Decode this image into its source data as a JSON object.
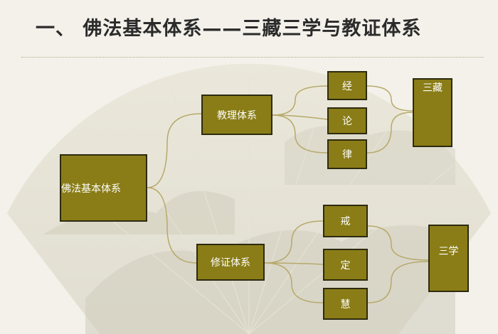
{
  "title": "一、 佛法基本体系——三藏三学与教证体系",
  "diagram": {
    "root": "佛法基本体系",
    "branches": [
      {
        "label": "教理体系",
        "children": [
          "经",
          "论",
          "律"
        ],
        "group": "三藏"
      },
      {
        "label": "修证体系",
        "children": [
          "戒",
          "定",
          "慧"
        ],
        "group": "三学"
      }
    ]
  },
  "colors": {
    "box_fill": "#8a7d17",
    "box_border": "#2d2a10",
    "connector": "#b7a96b",
    "background": "#f3f1ea"
  }
}
